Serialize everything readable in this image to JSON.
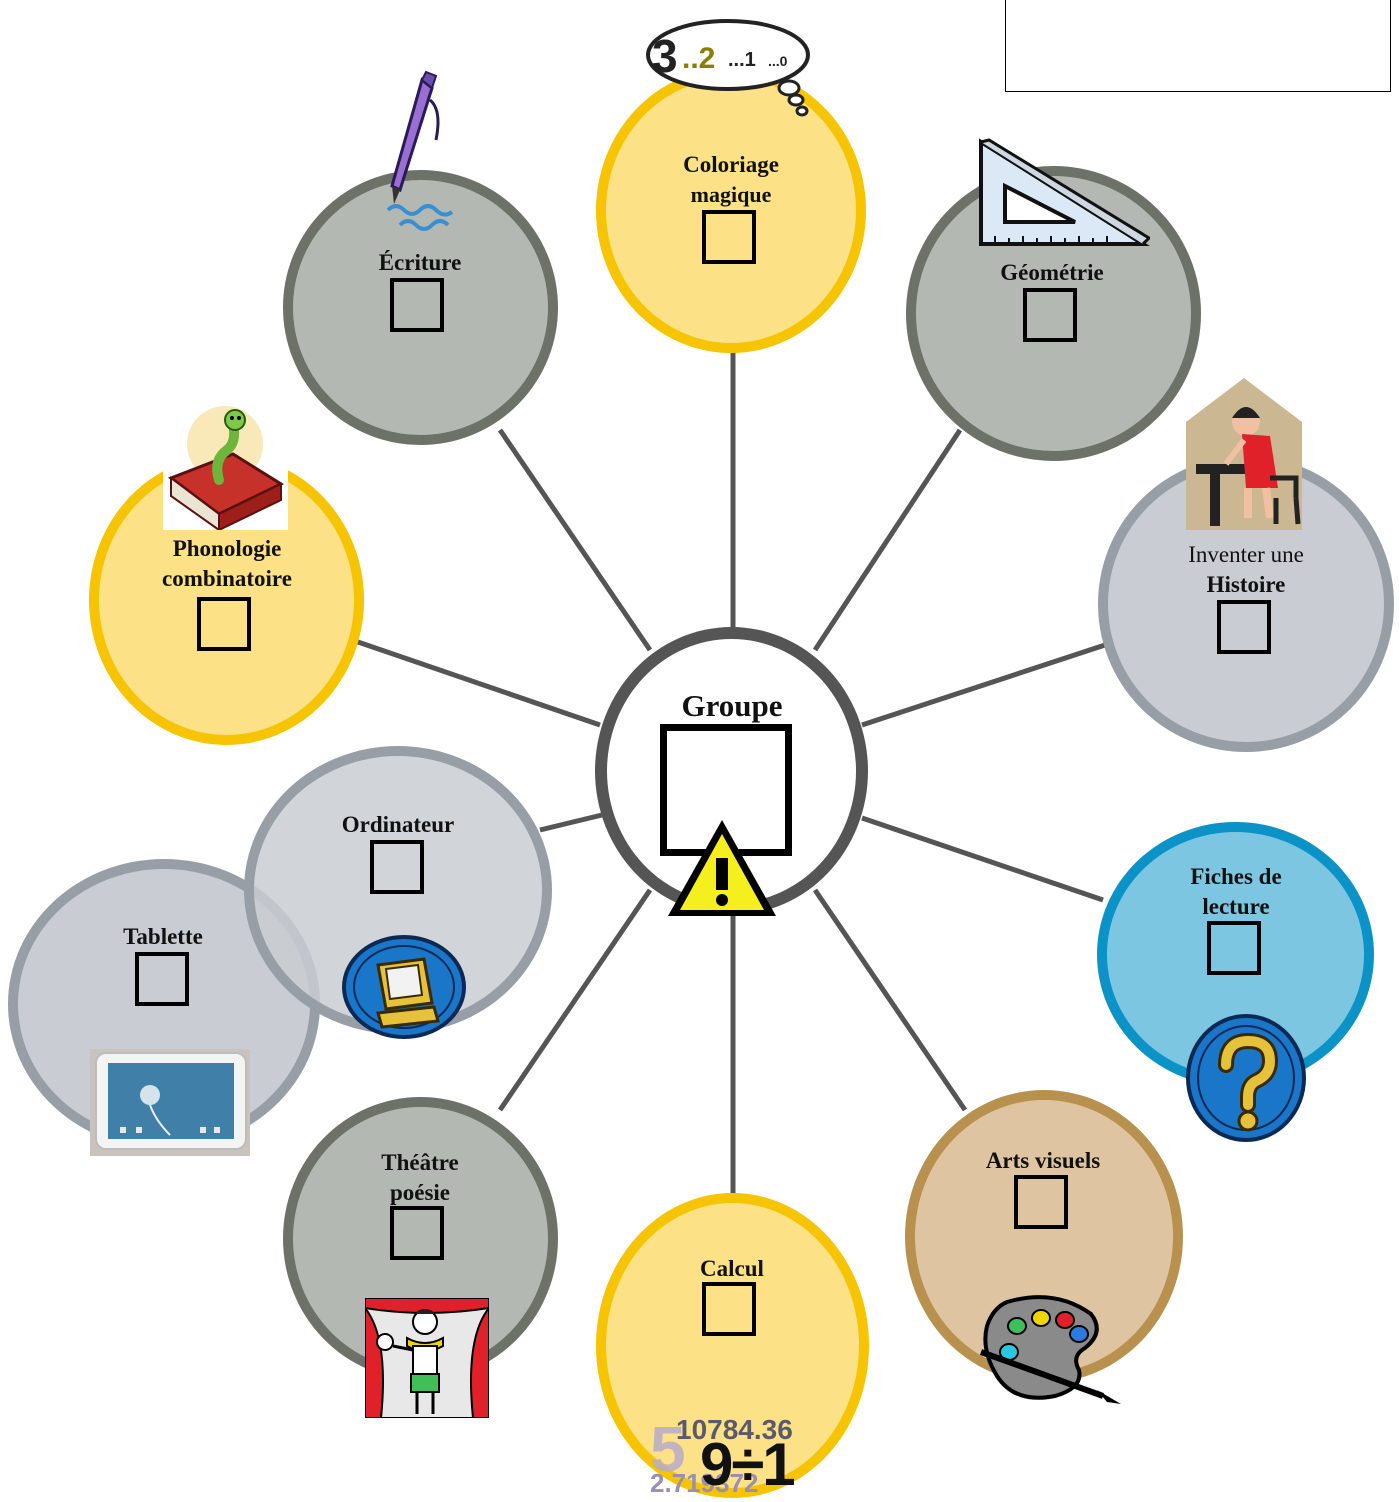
{
  "center": {
    "label": "Groupe",
    "warning_icon": "warning-icon"
  },
  "nodes": {
    "coloriage": {
      "line1": "Coloriage",
      "line2": "magique",
      "icon": "thought-bubble-countdown-icon",
      "countdown": [
        "3",
        "..2",
        "...1",
        "...0"
      ]
    },
    "ecriture": {
      "line1": "Écriture",
      "icon": "pen-icon"
    },
    "geometrie": {
      "line1": "Géométrie",
      "icon": "set-square-icon"
    },
    "histoire": {
      "line1": "Inventer une",
      "line2": "Histoire",
      "icon": "child-writing-icon"
    },
    "phonologie": {
      "line1": "Phonologie",
      "line2": "combinatoire",
      "icon": "book-worm-icon"
    },
    "ordinateur": {
      "line1": "Ordinateur",
      "icon": "computer-icon"
    },
    "tablette": {
      "line1": "Tablette",
      "icon": "tablet-photo"
    },
    "fiches": {
      "line1": "Fiches de",
      "line2": "lecture",
      "icon": "question-mark-icon"
    },
    "theatre": {
      "line1": "Théâtre",
      "line2": "poésie",
      "icon": "actor-stage-icon"
    },
    "calcul": {
      "line1": "Calcul",
      "icon": "math-numbers-icon",
      "numbers": [
        "10784.36",
        "9÷1",
        "2.719372",
        "5"
      ]
    },
    "arts": {
      "line1": "Arts visuels",
      "icon": "paint-palette-icon"
    }
  },
  "colors": {
    "yellow_fill": "#fce187",
    "yellow_border": "#f6c400",
    "gray_fill": "#b4b8b3",
    "gray_border": "#6c7268",
    "light_fill": "#c9ccd2",
    "light_border": "#979ea6",
    "blue_fill": "#7dc6e2",
    "blue_border": "#0b93c8",
    "tan_fill": "#dfc4a2",
    "tan_border": "#b8914f",
    "center_border": "#555555",
    "spoke": "#555555"
  }
}
